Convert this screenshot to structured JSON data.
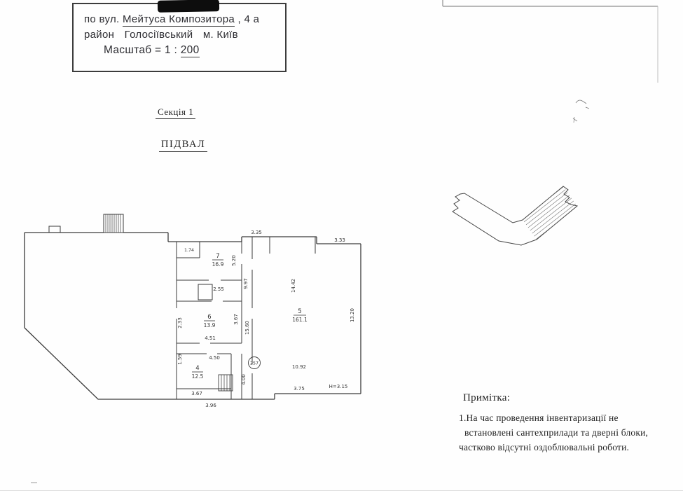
{
  "stamp": {
    "line1_prefix": "по вул.",
    "line1_street": "Мейтуса Композитора",
    "line1_suffix": ", 4 а",
    "line2_prefix": "район",
    "line2_district": "Голосіївський",
    "line2_city": "м. Київ",
    "line3_prefix": "Масштаб = 1 :",
    "line3_value": "200"
  },
  "headings": {
    "section": "Секція  1",
    "floor": "ПІДВАЛ"
  },
  "plan": {
    "rooms": {
      "r7": {
        "number": "7",
        "area": "16.9"
      },
      "r6": {
        "number": "6",
        "area": "13.9"
      },
      "r5": {
        "number": "5",
        "area": "161.1"
      },
      "r4": {
        "number": "4",
        "area": "12.5"
      }
    },
    "dims": {
      "d335": "3.35",
      "d333": "3.33",
      "d174": "1.74",
      "d520": "5.20",
      "d997": "9.97",
      "d1442": "14.42",
      "d255": "2.55",
      "d1320": "13.20",
      "d367a": "3.67",
      "d1560": "15.60",
      "d233": "2.33",
      "d451": "4.51",
      "d159": "1.59",
      "d450": "4.50",
      "d400": "4.00",
      "d1092": "10.92",
      "d375": "3.75",
      "h315": "Н=3.15",
      "d367b": "3.67",
      "d396": "3.96",
      "point257": "257"
    }
  },
  "note": {
    "title": "Примітка:",
    "lines": [
      "1.На час проведення інвентаризації не",
      "встановлені  сантехприлади та дверні блоки,",
      "частково відсутні оздоблювальні роботи."
    ]
  }
}
